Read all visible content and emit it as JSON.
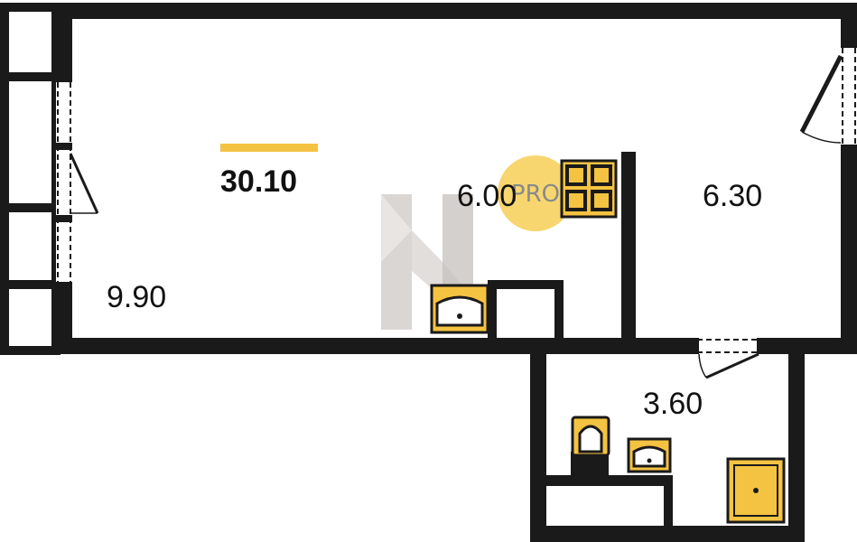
{
  "plan": {
    "total_area": "30.10",
    "rooms": {
      "living": "9.90",
      "kitchen": "6.00",
      "hall": "6.30",
      "bathroom": "3.60"
    },
    "watermark": {
      "badge_text": "PRO"
    },
    "colors": {
      "wall": "#1a1a1a",
      "accent": "#f5c342",
      "badge": "#f7cf56",
      "watermark": "#bdb6b2"
    }
  }
}
